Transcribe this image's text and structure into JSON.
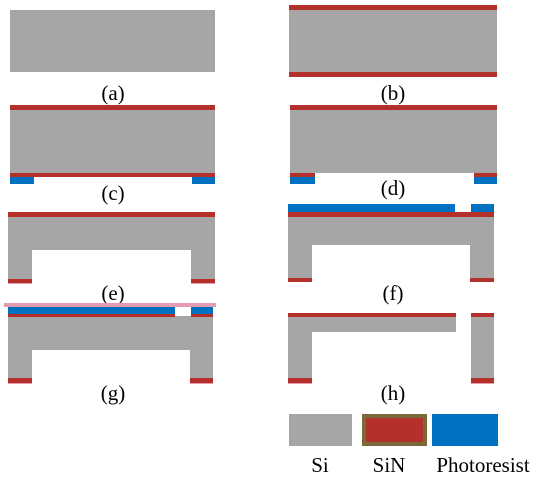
{
  "colors": {
    "si": "#a6a6a6",
    "sin": "#b3302b",
    "photoresist": "#0070c0",
    "sin_legend_border": "#7a6a3a",
    "thin_edge": "#e59ab0"
  },
  "steps": [
    {
      "id": "a",
      "label": "(a)"
    },
    {
      "id": "b",
      "label": "(b)"
    },
    {
      "id": "c",
      "label": "(c)"
    },
    {
      "id": "d",
      "label": "(d)"
    },
    {
      "id": "e",
      "label": "(e)"
    },
    {
      "id": "f",
      "label": "(f)"
    },
    {
      "id": "g",
      "label": "(g)"
    },
    {
      "id": "h",
      "label": "(h)"
    }
  ],
  "legend": [
    {
      "material": "si",
      "label": "Si"
    },
    {
      "material": "sin",
      "label": "SiN"
    },
    {
      "material": "photoresist",
      "label": "Photoresist"
    }
  ]
}
